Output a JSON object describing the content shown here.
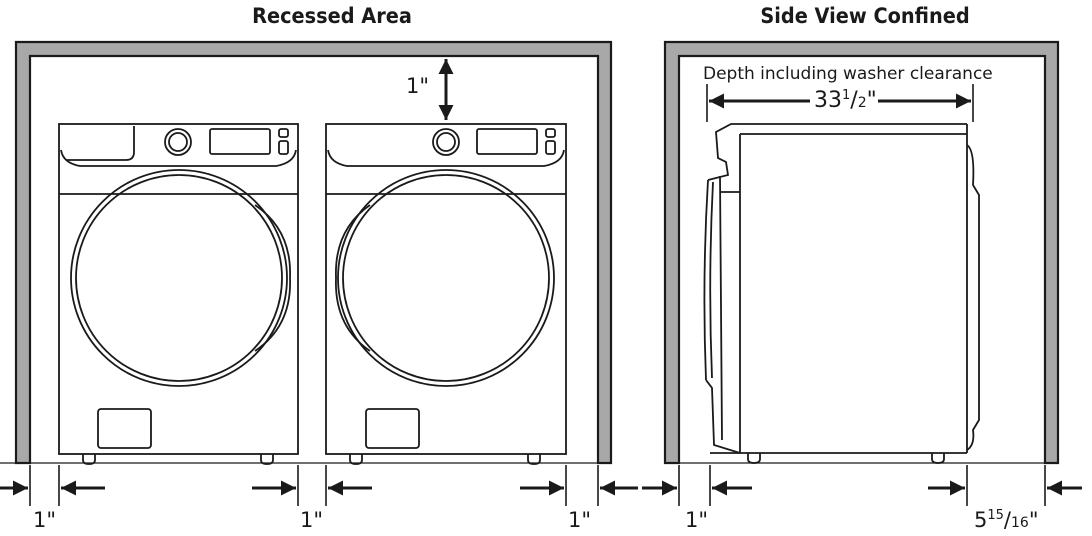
{
  "titles": {
    "left": "Recessed Area",
    "right": "Side View Confined"
  },
  "labels": {
    "top_gap": "1\"",
    "bottom_gap_1": "1\"",
    "bottom_gap_2": "1\"",
    "bottom_gap_3": "1\"",
    "front_gap": "1\"",
    "depth_caption": "Depth including washer clearance",
    "depth_whole": "33",
    "depth_num": "1",
    "depth_den": "2",
    "depth_quote": "\"",
    "rear_whole": "5",
    "rear_num": "15",
    "rear_den": "16",
    "rear_quote": "\""
  },
  "colors": {
    "wall_fill": "#a8a8a8",
    "line": "#1a1a1a",
    "background": "#ffffff"
  },
  "icons": {
    "arrow": "filled-arrowhead"
  }
}
